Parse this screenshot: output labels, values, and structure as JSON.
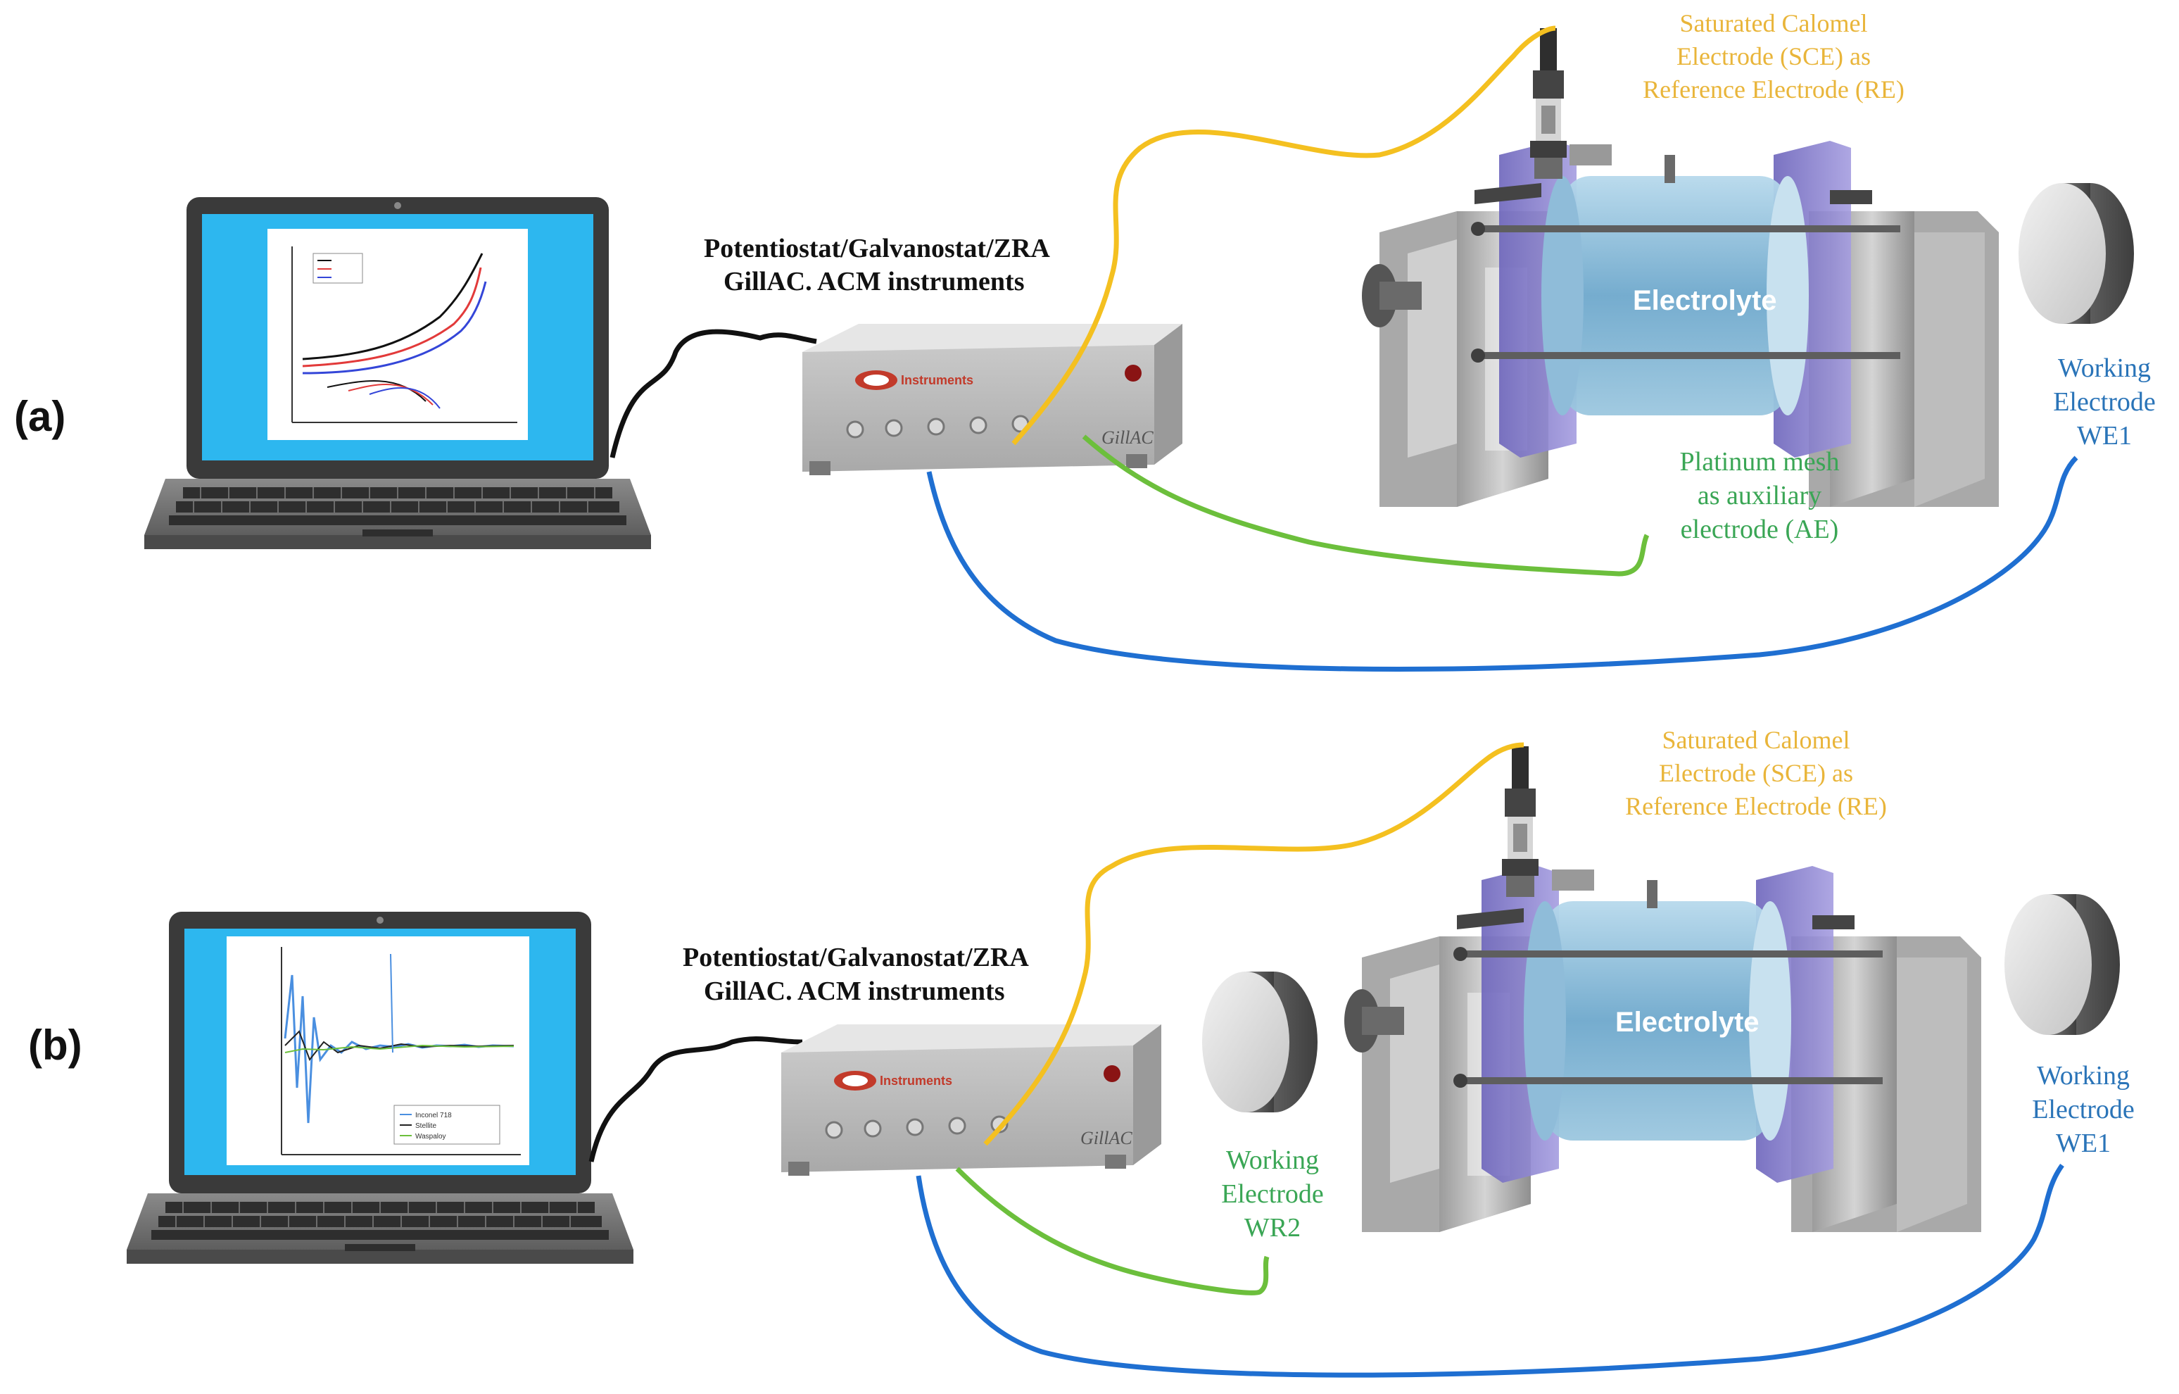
{
  "panels": [
    {
      "id": "a",
      "label": "(a)",
      "instrument_line1": "Potentiostat/Galvanostat/ZRA",
      "instrument_line2": "GillAC.  ACM instruments",
      "brand_text": "Instruments",
      "model_text": "GillAC",
      "sce_lines": [
        "Saturated Calomel",
        "Electrode (SCE) as",
        "Reference Electrode (RE)"
      ],
      "electrolyte": "Electrolyte",
      "we1_lines": [
        "Working",
        "Electrode",
        "WE1"
      ],
      "aux_lines": [
        "Platinum mesh",
        "as auxiliary",
        "electrode (AE)"
      ]
    },
    {
      "id": "b",
      "label": "(b)",
      "instrument_line1": "Potentiostat/Galvanostat/ZRA",
      "instrument_line2": "GillAC.  ACM instruments",
      "brand_text": "Instruments",
      "model_text": "GillAC",
      "sce_lines": [
        "Saturated Calomel",
        "Electrode (SCE) as",
        "Reference Electrode (RE)"
      ],
      "electrolyte": "Electrolyte",
      "we1_lines": [
        "Working",
        "Electrode",
        "WE1"
      ],
      "wr2_lines": [
        "Working",
        "Electrode",
        "WR2"
      ],
      "screen_legend": [
        "Inconel 718",
        "Stellite",
        "Waspaloy"
      ]
    }
  ],
  "colors": {
    "reference_wire": "#f4c020",
    "working_wire": "#1f6fd1",
    "aux_wire": "#6cbf3c",
    "usb_cable": "#111111",
    "screen": "#2db7ef",
    "purple_clamp": "#7f77c9"
  },
  "icons": [
    "laptop-icon",
    "potentiostat-icon",
    "electrochemical-cell-icon",
    "electrode-disc-icon",
    "calomel-electrode-icon"
  ]
}
